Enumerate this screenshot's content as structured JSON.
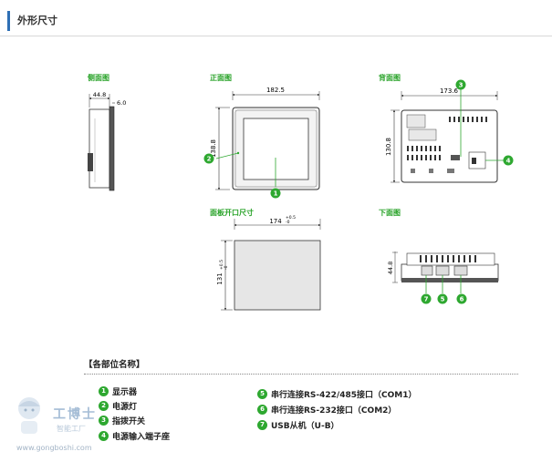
{
  "header": {
    "title": "外形尺寸"
  },
  "views": {
    "side": "侧面图",
    "front": "正面图",
    "back": "背面图",
    "cutout": "面板开口尺寸",
    "bottom": "下面图"
  },
  "dims": {
    "side_w": "44.8",
    "side_t": "6.0",
    "front_w": "182.5",
    "front_h": "138.8",
    "back_w": "173.6",
    "back_h": "130.8",
    "cut_w": "174",
    "cut_w_tol": "+0.5",
    "cut_w_tol2": "-0",
    "cut_h": "131",
    "cut_h_tol": "+0.5",
    "cut_h_tol2": "-0",
    "bottom_d": "44.8"
  },
  "parts": {
    "title": "【各部位名称】",
    "items": [
      {
        "no": "1",
        "label": "显示器"
      },
      {
        "no": "2",
        "label": "电源灯"
      },
      {
        "no": "3",
        "label": "指拨开关"
      },
      {
        "no": "4",
        "label": "电源输入端子座"
      },
      {
        "no": "5",
        "label": "串行连接RS-422/485接口（COM1）"
      },
      {
        "no": "6",
        "label": "串行连接RS-232接口（COM2）"
      },
      {
        "no": "7",
        "label": "USB从机（U-B）"
      }
    ]
  },
  "watermark": {
    "brand": "工博士",
    "sub": "智能工厂",
    "url": "www.gongboshi.com"
  },
  "colors": {
    "accent": "#2e6fb5",
    "green": "#2ea830"
  }
}
